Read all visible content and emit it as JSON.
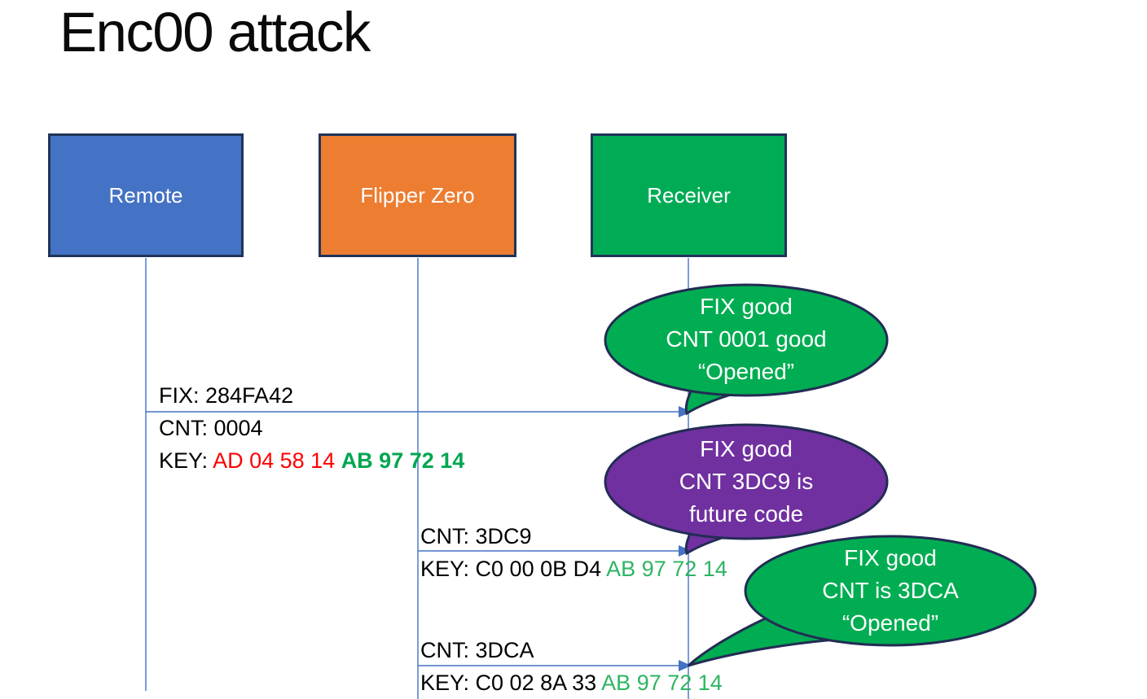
{
  "title": "Enc00 attack",
  "actors": [
    {
      "label": "Remote",
      "fill": "#4472C4"
    },
    {
      "label": "Flipper Zero",
      "fill": "#ED7D31"
    },
    {
      "label": "Receiver",
      "fill": "#00AB55"
    }
  ],
  "messages": [
    {
      "from": "Remote",
      "to": "Receiver",
      "fix": "FIX: 284FA42",
      "cnt": "CNT: 0004",
      "key_prefix": "KEY: ",
      "key_red": "AD 04 58 14 ",
      "key_green": "AB 97 72 14"
    },
    {
      "from": "Flipper Zero",
      "to": "Receiver",
      "cnt": "CNT: 3DC9",
      "key_prefix": "KEY: C0 00 0B D4 ",
      "key_green": "AB 97 72 14"
    },
    {
      "from": "Flipper Zero",
      "to": "Receiver",
      "cnt": "CNT: 3DCA",
      "key_prefix": "KEY: C0 02 8A 33 ",
      "key_green": "AB 97 72 14"
    }
  ],
  "bubbles": [
    {
      "fill": "#00AD52",
      "lines": [
        "FIX good",
        "CNT 0001 good",
        "“Opened”"
      ]
    },
    {
      "fill": "#7030A0",
      "lines": [
        "FIX good",
        "CNT 3DC9 is",
        "future code"
      ]
    },
    {
      "fill": "#00AD52",
      "lines": [
        "FIX good",
        "CNT is 3DCA",
        "“Opened”"
      ]
    }
  ],
  "colors": {
    "key_red": "#FF0000",
    "key_green_bold": "#00A650",
    "key_green": "#2EB563",
    "connector": "#4472C4",
    "box_border": "#1F3458",
    "bubble_border": "#232C54"
  }
}
